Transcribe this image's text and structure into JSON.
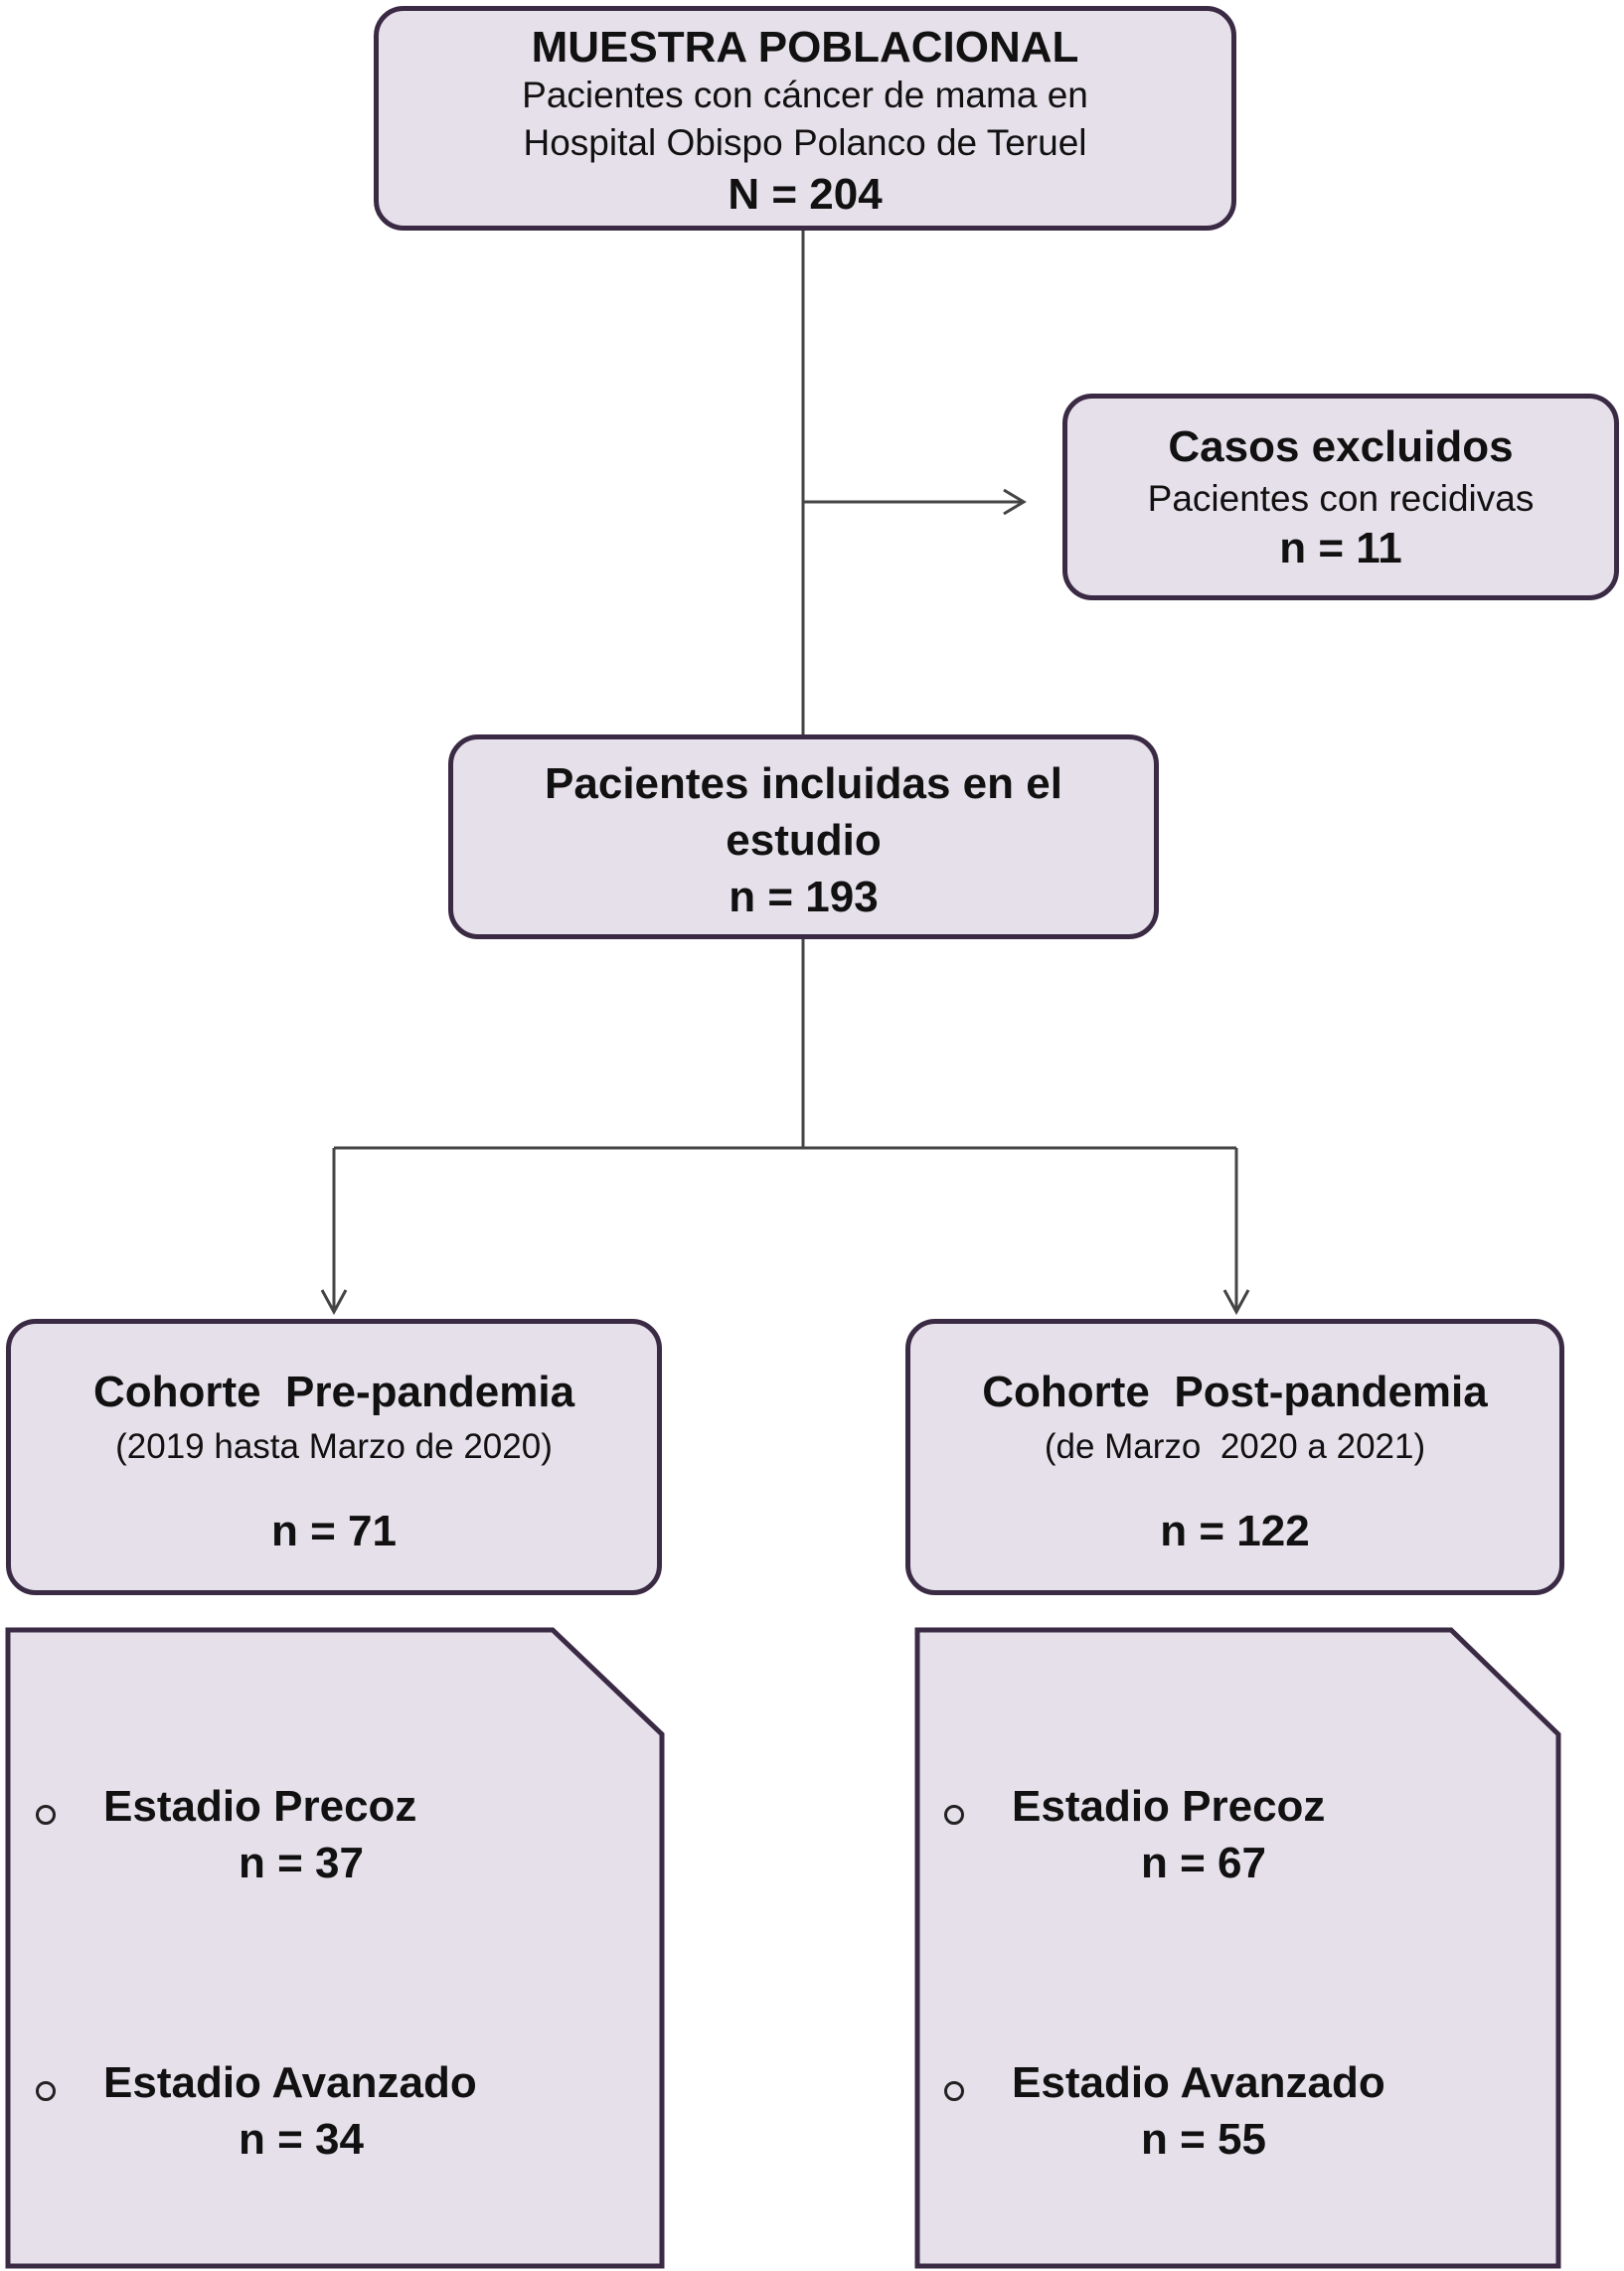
{
  "nodes": {
    "muestra": {
      "title": "MUESTRA POBLACIONAL",
      "line1": "Pacientes con cáncer de mama en",
      "line2": "Hospital Obispo Polanco de Teruel",
      "count": "N = 204"
    },
    "excluidos": {
      "title": "Casos excluidos",
      "line1": "Pacientes con recidivas",
      "count": "n = 11"
    },
    "incluidas": {
      "title_line1": "Pacientes incluidas en el",
      "title_line2": "estudio",
      "count": "n = 193"
    },
    "pre": {
      "title": "Cohorte  Pre-pandemia",
      "subtitle": "(2019 hasta Marzo de 2020)",
      "count": "n = 71"
    },
    "post": {
      "title": "Cohorte  Post-pandemia",
      "subtitle": "(de Marzo  2020 a 2021)",
      "count": "n = 122"
    },
    "pre_stages": {
      "precoz_label": "Estadio Precoz",
      "precoz_count": "n = 37",
      "avanzado_label": "Estadio Avanzado",
      "avanzado_count": "n = 34"
    },
    "post_stages": {
      "precoz_label": "Estadio Precoz",
      "precoz_count": "n = 67",
      "avanzado_label": "Estadio Avanzado",
      "avanzado_count": "n = 55"
    }
  },
  "colors": {
    "box_fill": "#e6e0ea",
    "box_border": "#3a2a44",
    "connector": "#444444"
  }
}
